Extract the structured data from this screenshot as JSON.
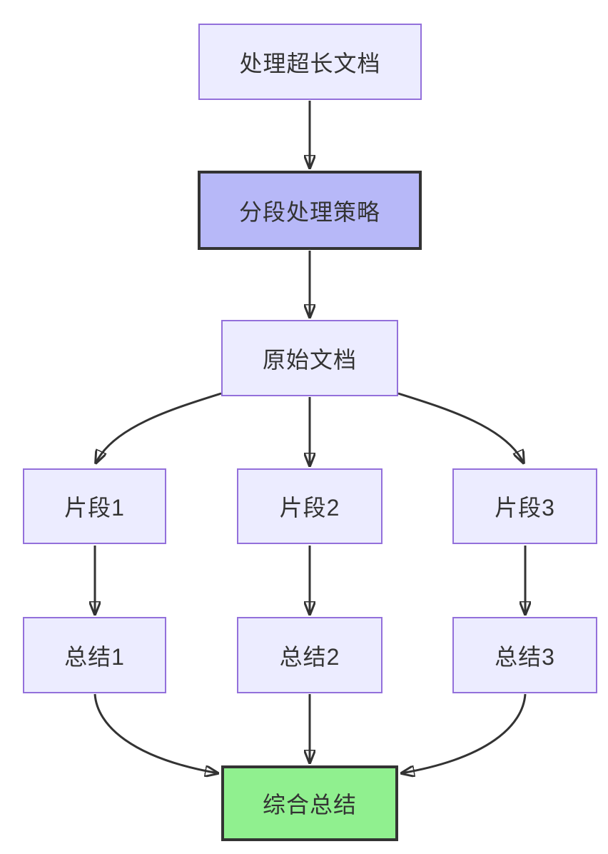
{
  "diagram": {
    "type": "flowchart",
    "direction": "top-down",
    "nodes": {
      "doc": {
        "label": "处理超长文档",
        "style": "default"
      },
      "strategy": {
        "label": "分段处理策略",
        "style": "accent"
      },
      "original": {
        "label": "原始文档",
        "style": "default"
      },
      "seg1": {
        "label": "片段1",
        "style": "default"
      },
      "seg2": {
        "label": "片段2",
        "style": "default"
      },
      "seg3": {
        "label": "片段3",
        "style": "default"
      },
      "sum1": {
        "label": "总结1",
        "style": "default"
      },
      "sum2": {
        "label": "总结2",
        "style": "default"
      },
      "sum3": {
        "label": "总结3",
        "style": "default"
      },
      "final": {
        "label": "综合总结",
        "style": "success"
      }
    },
    "edges": [
      {
        "from": "doc",
        "to": "strategy"
      },
      {
        "from": "strategy",
        "to": "original"
      },
      {
        "from": "original",
        "to": "seg1"
      },
      {
        "from": "original",
        "to": "seg2"
      },
      {
        "from": "original",
        "to": "seg3"
      },
      {
        "from": "seg1",
        "to": "sum1"
      },
      {
        "from": "seg2",
        "to": "sum2"
      },
      {
        "from": "seg3",
        "to": "sum3"
      },
      {
        "from": "sum1",
        "to": "final"
      },
      {
        "from": "sum2",
        "to": "final"
      },
      {
        "from": "sum3",
        "to": "final"
      }
    ],
    "colors": {
      "node_fill": "#ececff",
      "node_border": "#9370db",
      "accent_fill": "#b7b8f8",
      "accent_border": "#333333",
      "success_fill": "#90f08f",
      "success_border": "#333333",
      "edge": "#333333",
      "text": "#333333",
      "background": "#ffffff"
    }
  }
}
